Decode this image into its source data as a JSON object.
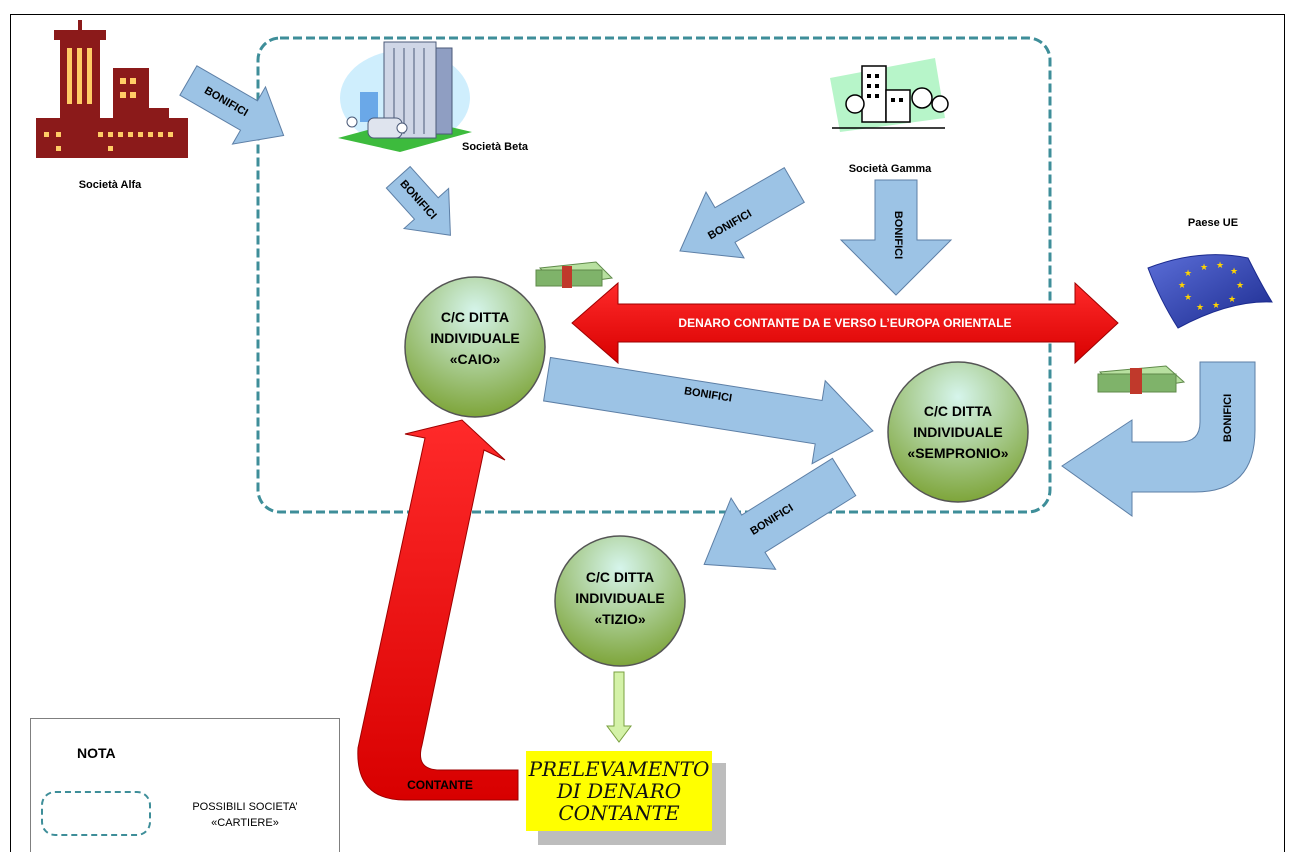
{
  "companies": {
    "alfa": "Società Alfa",
    "beta": "Società Beta",
    "gamma": "Società Gamma",
    "eu_country": "Paese UE"
  },
  "accounts": {
    "caio": [
      "C/C DITTA",
      "INDIVIDUALE",
      "«CAIO»"
    ],
    "sempronio": [
      "C/C DITTA",
      "INDIVIDUALE",
      "«SEMPRONIO»"
    ],
    "tizio": [
      "C/C DITTA",
      "INDIVIDUALE",
      "«TIZIO»"
    ]
  },
  "flows": {
    "transfer": "BONIFICI",
    "cash_europe": "DENARO CONTANTE DA E VERSO L’EUROPA ORIENTALE",
    "cash": "CONTANTE"
  },
  "withdrawal": [
    "PRELEVAMENTO",
    "DI DENARO",
    "CONTANTE"
  ],
  "note": {
    "title": "NOTA",
    "legend_lines": [
      "POSSIBILI SOCIETA’",
      "«CARTIERE»"
    ]
  },
  "colors": {
    "blue_arrow": "#9cc3e5",
    "red_arrow": "#ff0000",
    "circle_top": "#c6efe5",
    "circle_bottom": "#7ea53a",
    "dashed_border": "#3e8e99",
    "withdraw_box": "#ffff00",
    "building_alfa": "#8b1a1a"
  },
  "icons": [
    "factory-building-icon",
    "office-building-icon",
    "city-park-icon",
    "eu-flag-icon",
    "banknotes-icon"
  ]
}
